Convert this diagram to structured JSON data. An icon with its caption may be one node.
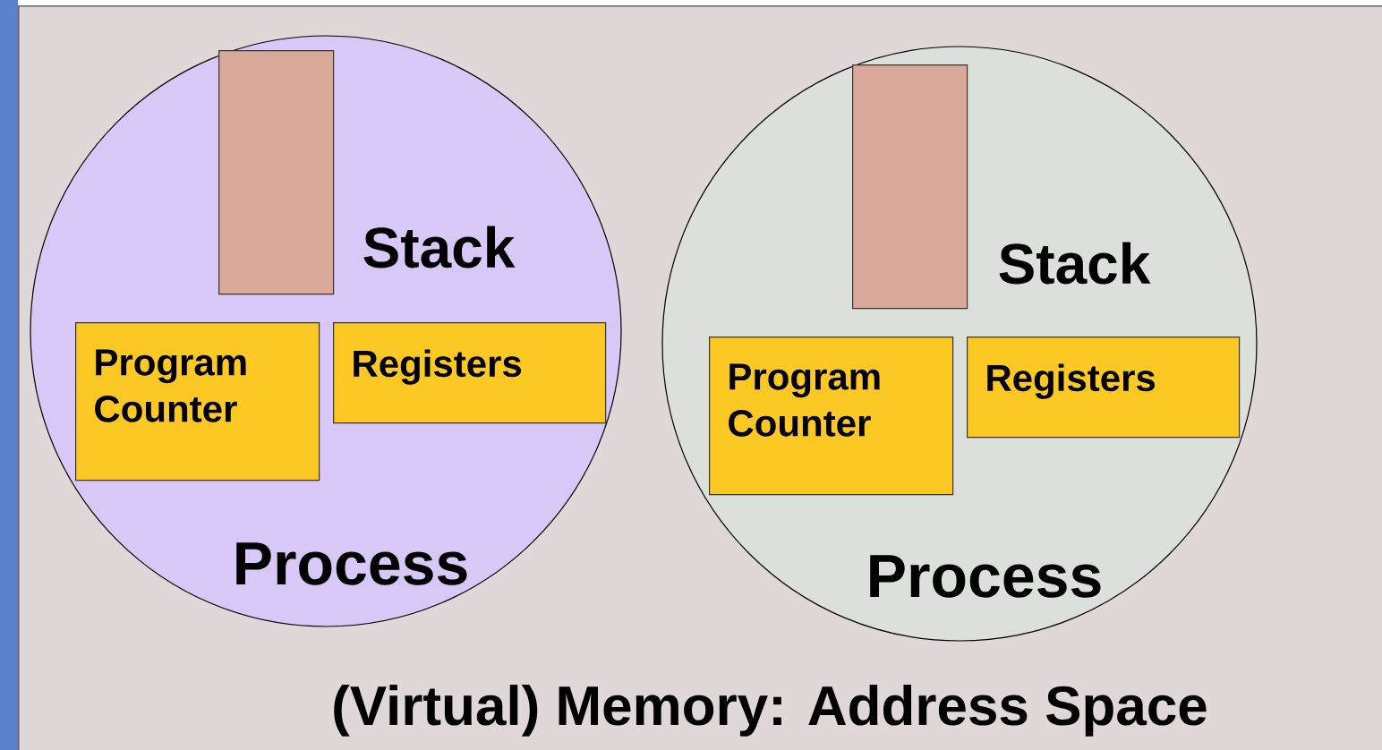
{
  "diagram": {
    "title": "(Virtual) Memory: Address Space",
    "nodes": [
      {
        "text": [],
        "shape": "box"
      },
      {
        "text": [
          "Process"
        ],
        "in": 0
      },
      {
        "text": [
          "Stack"
        ],
        "in": 1
      },
      {
        "text": [
          "Program Counter"
        ],
        "in": 1
      },
      {
        "text": [
          "Registers"
        ],
        "in": 1
      },
      {
        "text": [
          "Process"
        ],
        "in": 0
      },
      {
        "text": [
          "Stack"
        ],
        "in": 5
      },
      {
        "text": [
          "Program Counter"
        ],
        "in": 5
      },
      {
        "text": [
          "Registers"
        ],
        "in": 5
      }
    ],
    "edges": []
  }
}
